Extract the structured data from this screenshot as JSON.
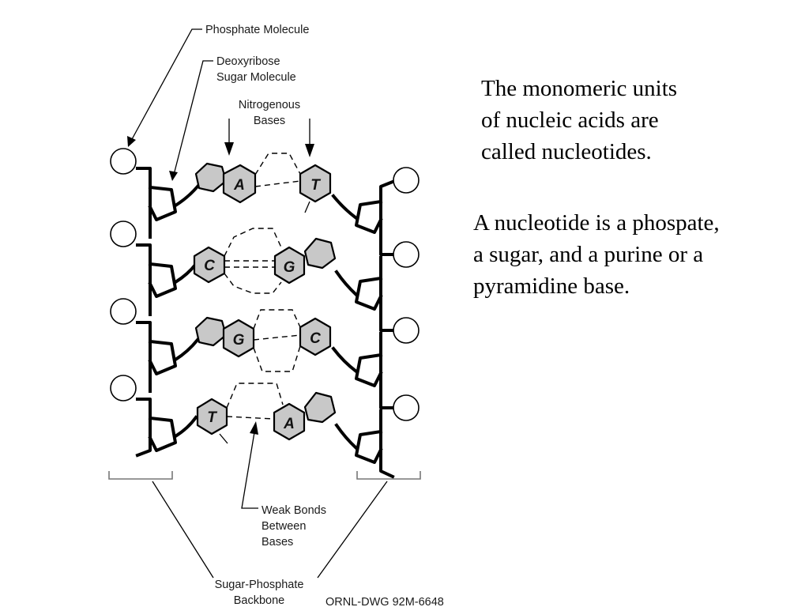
{
  "diagram": {
    "labels": {
      "phosphate": "Phosphate Molecule",
      "deoxyribose_1": "Deoxyribose",
      "deoxyribose_2": "Sugar Molecule",
      "nitrogenous_1": "Nitrogenous",
      "nitrogenous_2": "Bases",
      "weak_1": "Weak Bonds",
      "weak_2": "Between",
      "weak_3": "Bases",
      "backbone_1": "Sugar-Phosphate",
      "backbone_2": "Backbone",
      "drawing_id": "ORNL-DWG 92M-6648"
    },
    "base_pairs": [
      {
        "left": "A",
        "right": "T"
      },
      {
        "left": "C",
        "right": "G"
      },
      {
        "left": "G",
        "right": "C"
      },
      {
        "left": "T",
        "right": "A"
      }
    ]
  },
  "text": {
    "paragraph1": [
      "The monomeric units",
      "of nucleic acids are",
      "called nucleotides."
    ],
    "paragraph2": [
      "A nucleotide is a phospate,",
      "a sugar, and a purine or a",
      "pyramidine base."
    ]
  }
}
